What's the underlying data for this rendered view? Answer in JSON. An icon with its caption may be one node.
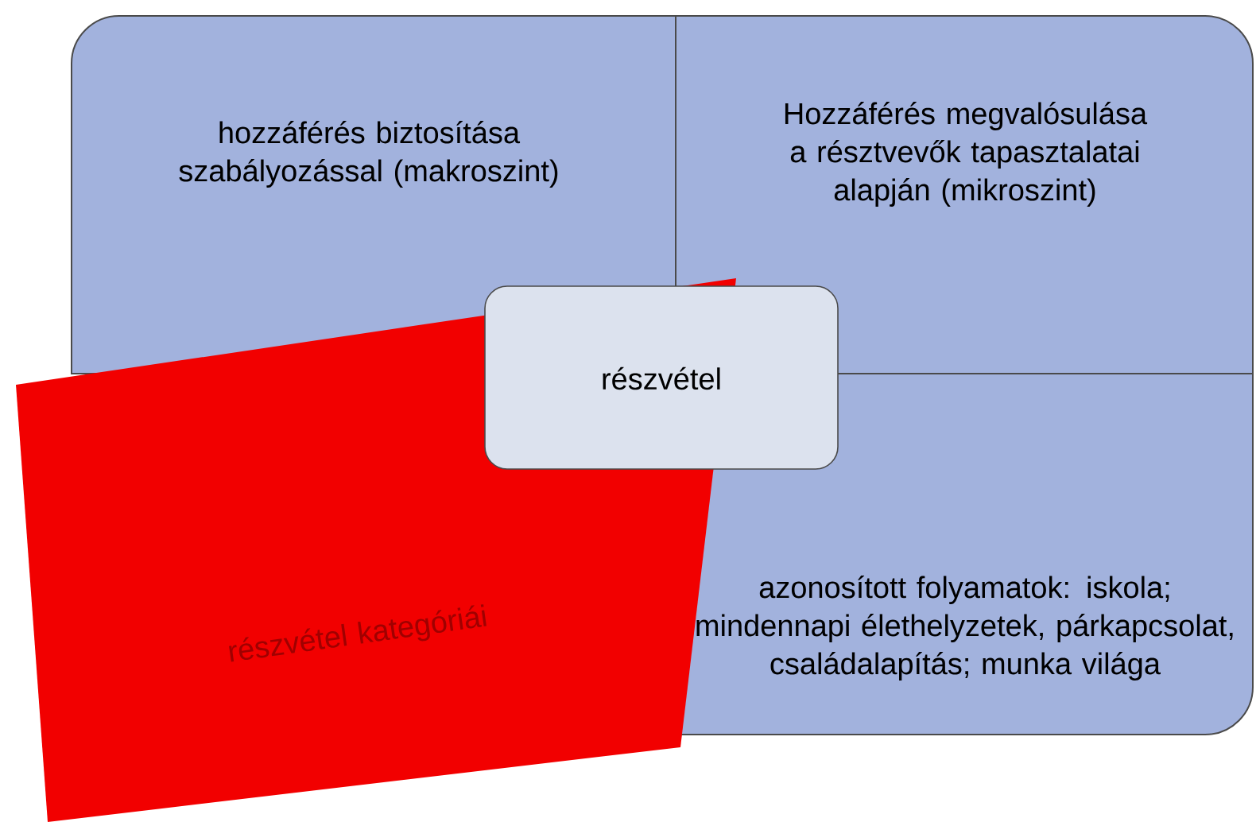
{
  "diagram": {
    "nodes": [
      {
        "text": [
          "hozzáférés biztosítása szabályozással (makroszint)"
        ]
      },
      {
        "text": [
          "Hozzáférés megvalósulása a résztvevők tapasztalatai alapján (mikroszint)"
        ]
      },
      {
        "text": [
          "részvétel"
        ]
      },
      {
        "text": [
          "részvétel kategóriái"
        ]
      },
      {
        "text": [
          "azonosított folyamatok: iskola; mindennapi élethelyzetek, párkapcsolat, családalapítás; munka világa"
        ]
      }
    ]
  }
}
